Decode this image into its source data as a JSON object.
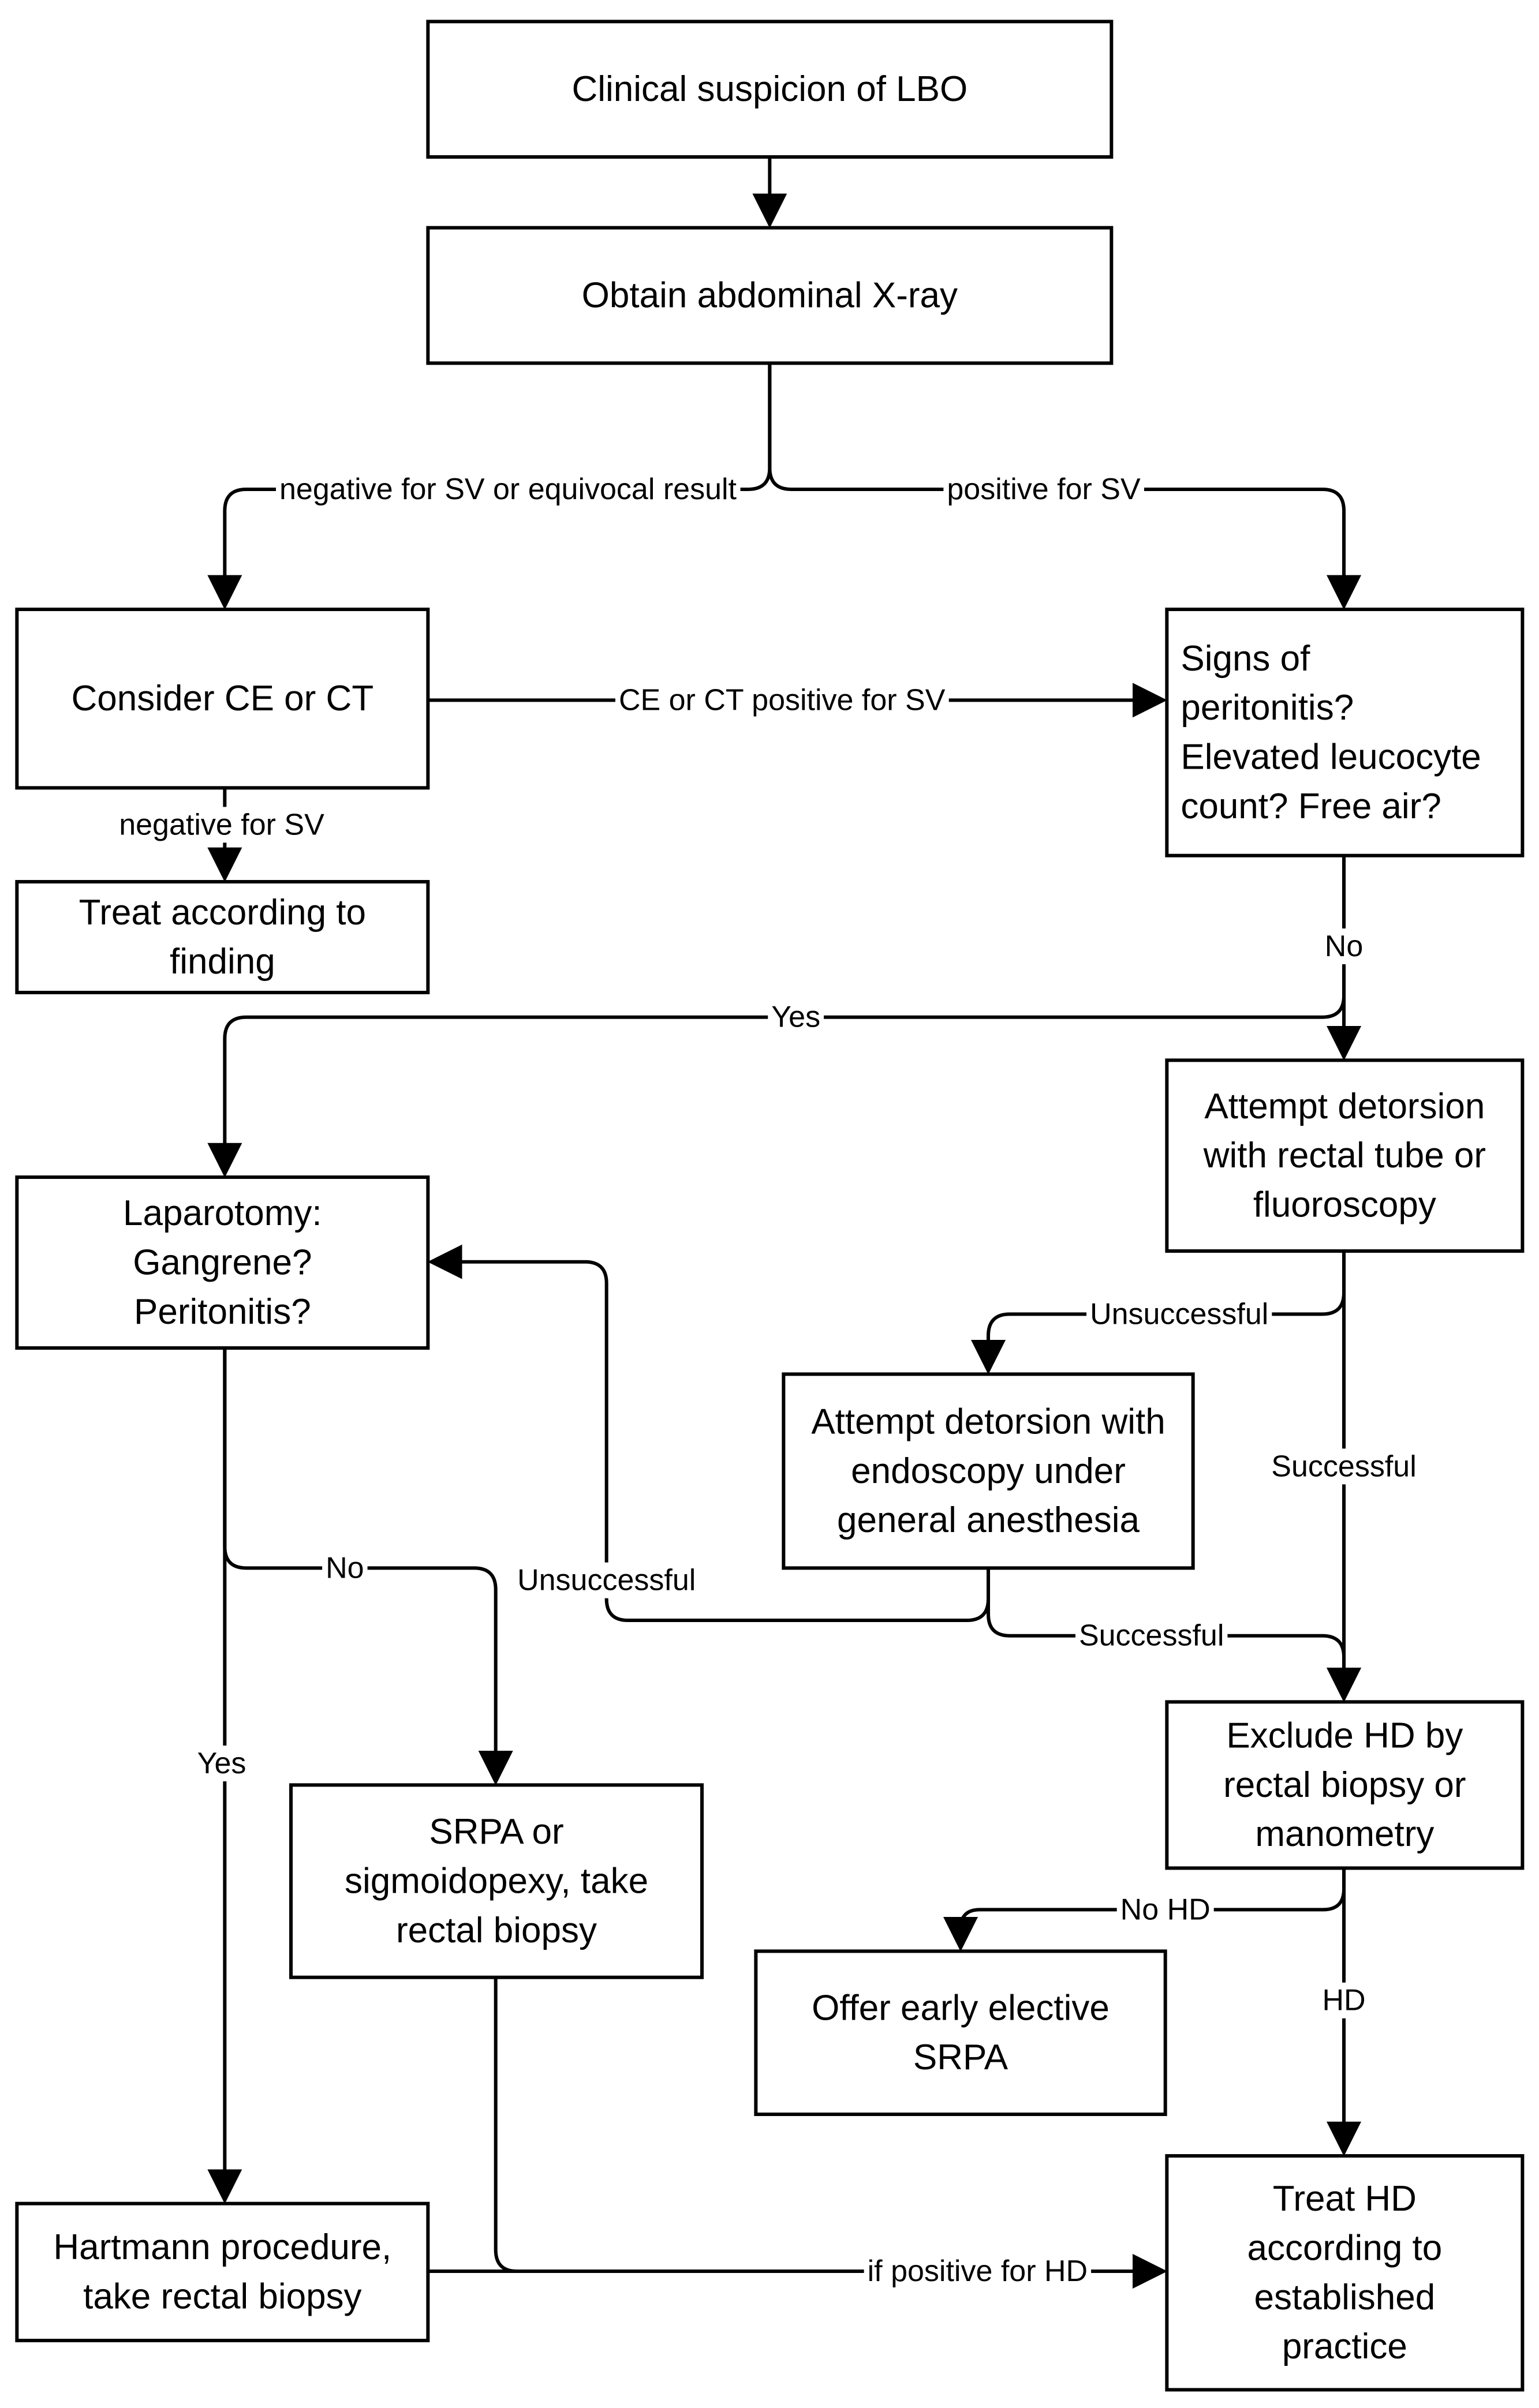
{
  "nodes": {
    "lbo": [
      "Clinical suspicion of LBO"
    ],
    "xray": [
      "Obtain abdominal X-ray"
    ],
    "ce_ct": [
      "Consider CE or CT"
    ],
    "treat_finding": [
      "Treat according to",
      "finding"
    ],
    "signs": [
      "Signs of",
      "peritonitis?",
      "Elevated leucocyte",
      "count? Free air?"
    ],
    "detorsion_tube": [
      "Attempt detorsion",
      "with rectal tube or",
      "fluoroscopy"
    ],
    "laparotomy": [
      "Laparotomy:",
      "Gangrene?",
      "Peritonitis?"
    ],
    "detorsion_endo": [
      "Attempt detorsion with",
      "endoscopy under",
      "general anesthesia"
    ],
    "exclude_hd": [
      "Exclude HD by",
      "rectal biopsy or",
      "manometry"
    ],
    "srpa_sigmoid": [
      "SRPA or",
      "sigmoidopexy, take",
      "rectal biopsy"
    ],
    "offer_srpa": [
      "Offer early elective",
      "SRPA"
    ],
    "hartmann": [
      "Hartmann procedure,",
      "take rectal biopsy"
    ],
    "treat_hd": [
      "Treat HD",
      "according to",
      "established",
      "practice"
    ]
  },
  "edge_labels": {
    "neg_equivocal": "negative for SV or equivocal result",
    "pos_sv": "positive for SV",
    "ce_ct_pos": "CE or CT positive for SV",
    "neg_sv": "negative for SV",
    "no_signs": "No",
    "yes_signs": "Yes",
    "unsuccessful_tube": "Unsuccessful",
    "successful_tube": "Successful",
    "no_lap": "No",
    "unsuccessful_endo": "Unsuccessful",
    "successful_endo": "Successful",
    "yes_lap": "Yes",
    "no_hd": "No HD",
    "hd": "HD",
    "if_pos_hd": "if positive for HD"
  }
}
